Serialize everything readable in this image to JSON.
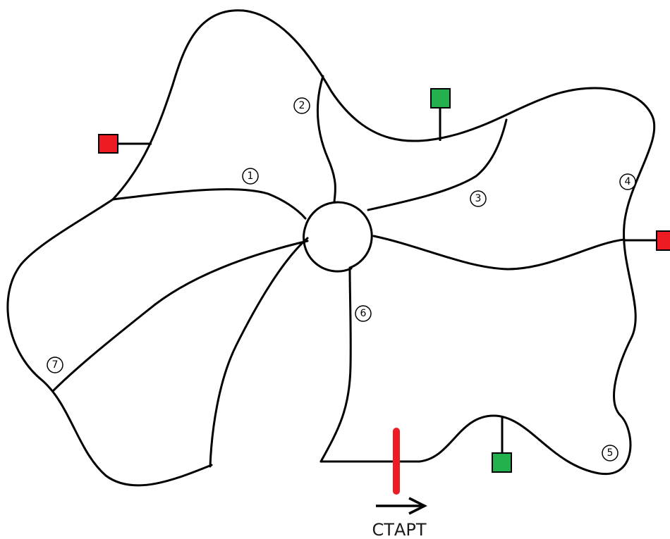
{
  "start_label": "СТАРТ",
  "colors": {
    "red_marker": "#ed1c24",
    "green_marker": "#22b14c",
    "start_line": "#ed1c24",
    "lines": "#000000"
  },
  "sector_numbers": [
    {
      "id": "sector-1",
      "label": "1"
    },
    {
      "id": "sector-2",
      "label": "2"
    },
    {
      "id": "sector-3",
      "label": "3"
    },
    {
      "id": "sector-4",
      "label": "4"
    },
    {
      "id": "sector-5",
      "label": "5"
    },
    {
      "id": "sector-6",
      "label": "6"
    },
    {
      "id": "sector-7",
      "label": "7"
    }
  ],
  "markers": [
    {
      "id": "marker-red-left",
      "color": "red"
    },
    {
      "id": "marker-green-top",
      "color": "green"
    },
    {
      "id": "marker-red-right",
      "color": "red"
    },
    {
      "id": "marker-green-bottom",
      "color": "green"
    }
  ],
  "direction_arrow": "right-arrow-icon"
}
